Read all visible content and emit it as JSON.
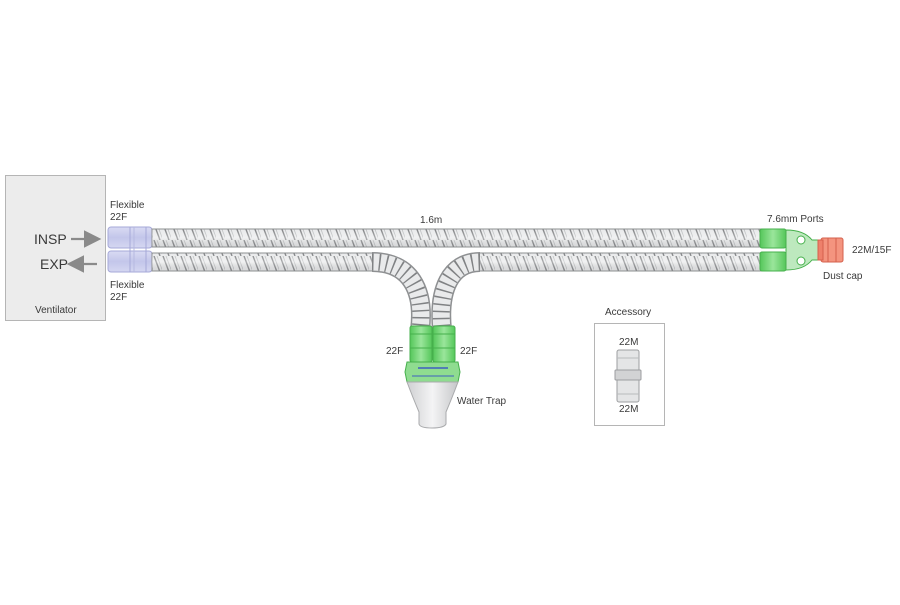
{
  "ventilator": {
    "label": "Ventilator",
    "insp": "INSP",
    "exp": "EXP"
  },
  "connectors": {
    "top_kind": "Flexible",
    "top_size": "22F",
    "bottom_kind": "Flexible",
    "bottom_size": "22F"
  },
  "tube_length": "1.6m",
  "ports_label": "7.6mm Ports",
  "patient_end": "22M/15F",
  "dust_cap": "Dust cap",
  "water_trap": {
    "left_size": "22F",
    "right_size": "22F",
    "label": "Water Trap"
  },
  "accessory": {
    "title": "Accessory",
    "top_size": "22M",
    "bottom_size": "22M"
  },
  "colors": {
    "tube": "#c8cacc",
    "coil": "#8c8e90",
    "connector_blue": "#c9cbeb",
    "green": "#7cd87c",
    "coral": "#f08a78"
  }
}
